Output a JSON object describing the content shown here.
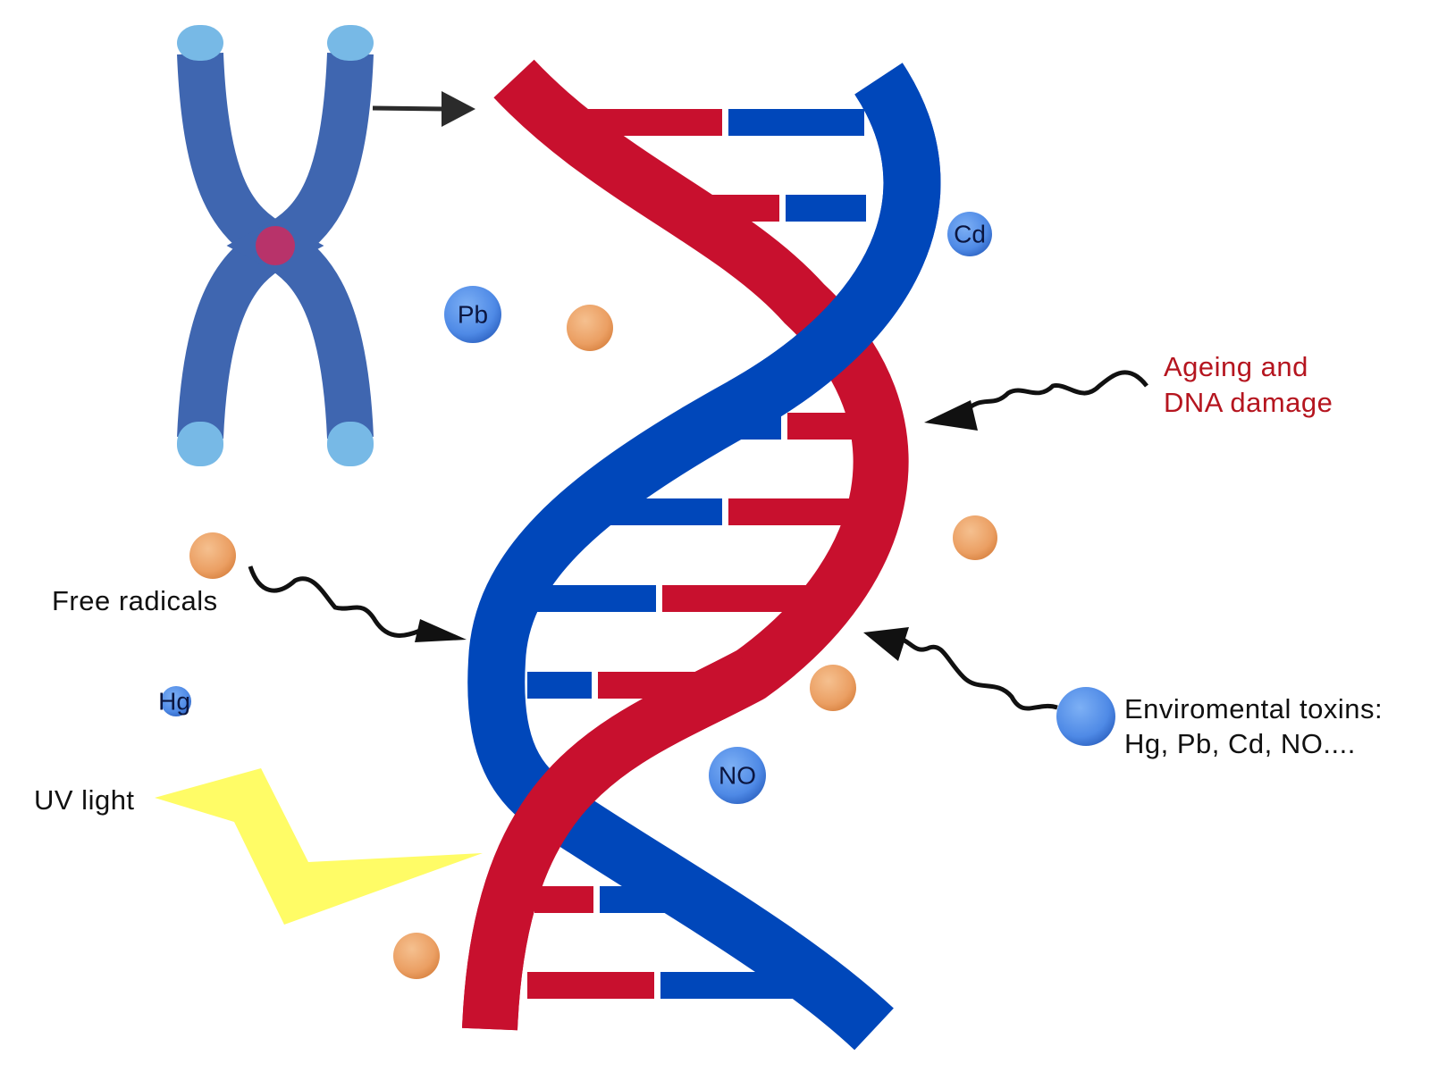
{
  "labels": {
    "ageing_line1": "Ageing and",
    "ageing_line2": "DNA damage",
    "free_radicals": "Free radicals",
    "uv_light": "UV light",
    "toxins_line1": "Enviromental toxins:",
    "toxins_line2": "Hg, Pb, Cd, NO...."
  },
  "atoms": {
    "pb": "Pb",
    "cd": "Cd",
    "hg": "Hg",
    "no": "NO"
  },
  "colors": {
    "dna_red": "#c8102e",
    "dna_blue": "#0047ba",
    "chromosome": "#3f66b0",
    "chromosome_cap": "#77b9e6",
    "centromere": "#b8336a",
    "free_radical": "#eb9f63",
    "toxin_atom": "#4f8ae6",
    "uv": "#fffc66",
    "label_red": "#b5151f"
  },
  "icons": [
    "chromosome-icon",
    "dna-helix-icon",
    "lightning-bolt-icon",
    "wavy-arrow-icon"
  ]
}
